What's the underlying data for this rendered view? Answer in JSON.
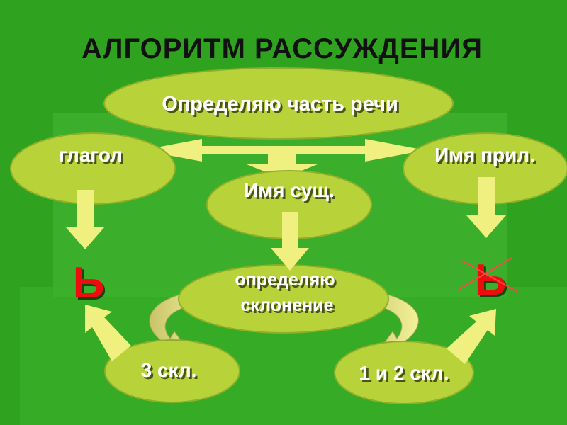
{
  "title": "АЛГОРИТМ РАССУЖДЕНИЯ",
  "nodes": {
    "part_of_speech": "Определяю часть речи",
    "verb": "глагол",
    "adjective": "Имя прил.",
    "noun": "Имя сущ.",
    "declension_line1": "определяю",
    "declension_line2": "склонение",
    "decl3": "3 скл.",
    "decl12": "1 и 2 скл."
  },
  "soft_sign": "Ь",
  "colors": {
    "background": "#33aa22",
    "panel_light": "#44bb33",
    "ellipse_fill": "#b8d23a",
    "ellipse_stroke": "#8fae2a",
    "arrow": "#f0f080",
    "soft_sign": "#ee1111",
    "strike": "#ff4444",
    "title_text": "#111111",
    "node_text": "#ffffff"
  }
}
